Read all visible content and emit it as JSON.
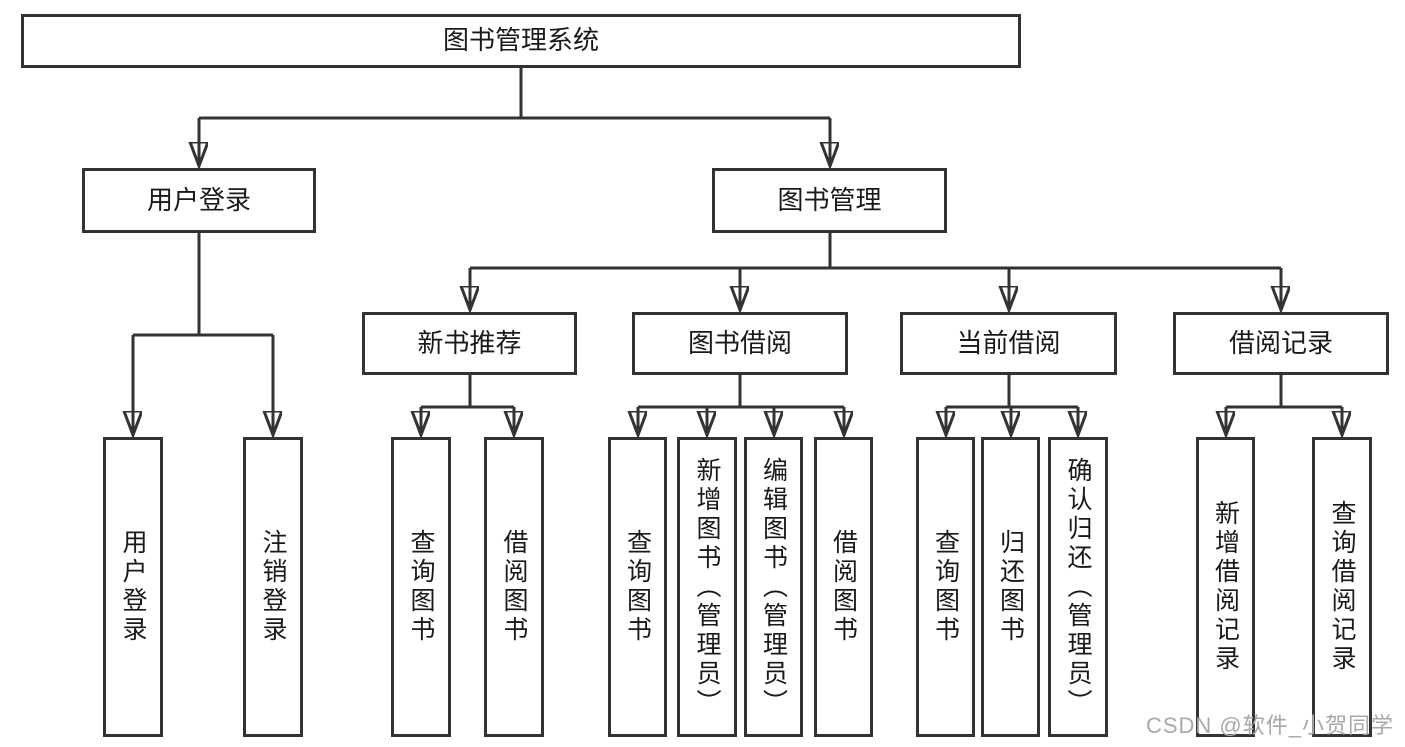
{
  "diagram": {
    "colors": {
      "line": "#333333",
      "text": "#1a1a1a",
      "background": "#ffffff",
      "watermark": "#a8a8a8"
    },
    "nodes": {
      "root": {
        "label": "图书管理系统"
      },
      "user_login": {
        "label": "用户登录"
      },
      "book_mgmt": {
        "label": "图书管理"
      },
      "new_book_rec": {
        "label": "新书推荐"
      },
      "book_borrow": {
        "label": "图书借阅"
      },
      "current_borrow": {
        "label": "当前借阅"
      },
      "borrow_records": {
        "label": "借阅记录"
      },
      "leaf_user_login": {
        "label": "用户登录"
      },
      "leaf_logout": {
        "label": "注销登录"
      },
      "rec_query_book": {
        "label": "查询图书"
      },
      "rec_borrow_book": {
        "label": "借阅图书"
      },
      "bb_query_book": {
        "label": "查询图书"
      },
      "bb_add_book": {
        "label": "新增图书（管理员）"
      },
      "bb_edit_book": {
        "label": "编辑图书（管理员）"
      },
      "bb_borrow_book": {
        "label": "借阅图书"
      },
      "cb_query_book": {
        "label": "查询图书"
      },
      "cb_return_book": {
        "label": "归还图书"
      },
      "cb_confirm_return": {
        "label": "确认归还（管理员）"
      },
      "br_add_record": {
        "label": "新增借阅记录"
      },
      "br_query_record": {
        "label": "查询借阅记录"
      }
    },
    "structure": {
      "图书管理系统": {
        "用户登录": [
          "用户登录",
          "注销登录"
        ],
        "图书管理": {
          "新书推荐": [
            "查询图书",
            "借阅图书"
          ],
          "图书借阅": [
            "查询图书",
            "新增图书（管理员）",
            "编辑图书（管理员）",
            "借阅图书"
          ],
          "当前借阅": [
            "查询图书",
            "归还图书",
            "确认归还（管理员）"
          ],
          "借阅记录": [
            "新增借阅记录",
            "查询借阅记录"
          ]
        }
      }
    },
    "watermark": {
      "text": "CSDN @软件_小贺同学"
    }
  }
}
